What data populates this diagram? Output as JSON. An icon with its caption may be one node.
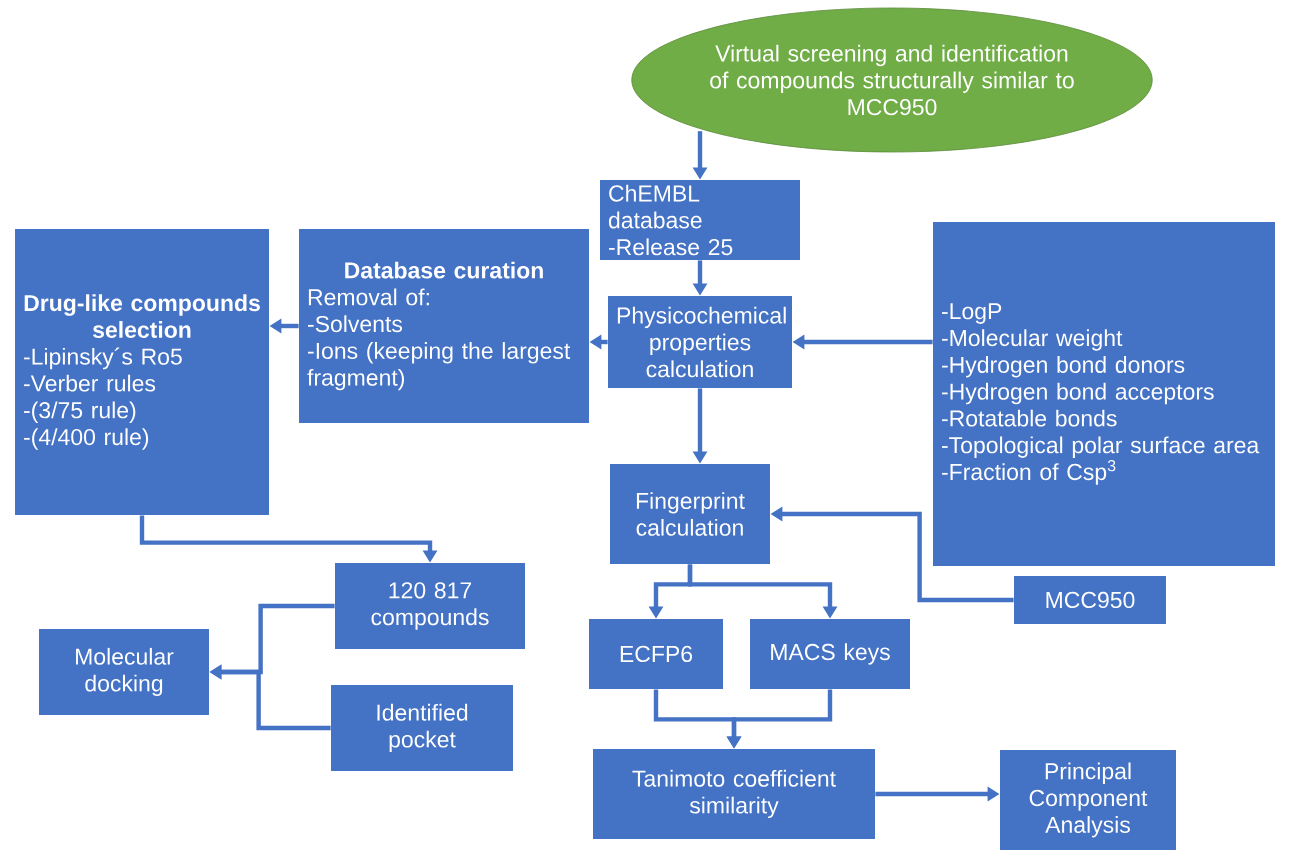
{
  "diagram": {
    "nodes": [
      {
        "text": [
          "Virtual screening and identification of compounds structurally similar to MCC950"
        ]
      },
      {
        "text": [
          "ChEMBL database",
          "-Release 25"
        ]
      },
      {
        "text": [
          "Physicochemical properties calculation"
        ]
      },
      {
        "text": [
          "-LogP",
          "-Molecular weight",
          "-Hydrogen bond donors",
          "-Hydrogen bond acceptors",
          "-Rotatable bonds",
          "-Topological polar surface area",
          "-Fraction of Csp$^{3}$"
        ]
      },
      {
        "text": [
          "Database curation",
          "Removal of:",
          "-Solvents",
          "-Ions (keeping the largest fragment)"
        ]
      },
      {
        "text": [
          "Drug-like compounds selection",
          "-Lipinsky´s Ro5",
          "-Verber rules",
          "-(3/75 rule)",
          "-(4/400 rule)"
        ]
      },
      {
        "text": [
          "Fingerprint calculation"
        ]
      },
      {
        "text": [
          "MCC950"
        ]
      },
      {
        "text": [
          "120 817 compounds"
        ]
      },
      {
        "text": [
          "Molecular docking"
        ]
      },
      {
        "text": [
          "Identified pocket"
        ]
      },
      {
        "text": [
          "ECFP6"
        ]
      },
      {
        "text": [
          "MACS keys"
        ]
      },
      {
        "text": [
          "Tanimoto coefficient similarity"
        ]
      },
      {
        "text": [
          "Principal Component Analysis"
        ]
      }
    ],
    "edges": [
      {
        "from": 0,
        "to": 1,
        "arrow": "to"
      },
      {
        "from": 1,
        "to": 2,
        "arrow": "to"
      },
      {
        "from": 3,
        "to": 2,
        "arrow": "to"
      },
      {
        "from": 2,
        "to": 4,
        "arrow": "to"
      },
      {
        "from": 4,
        "to": 5,
        "arrow": "to"
      },
      {
        "from": 5,
        "to": 8,
        "arrow": "to"
      },
      {
        "from": 2,
        "to": 6,
        "arrow": "to"
      },
      {
        "from": 7,
        "to": 6,
        "arrow": "to"
      },
      {
        "from": 6,
        "to": 11,
        "arrow": "to"
      },
      {
        "from": 6,
        "to": 12,
        "arrow": "to"
      },
      {
        "from": 11,
        "to": 13,
        "arrow": "to"
      },
      {
        "from": 12,
        "to": 13,
        "arrow": "to"
      },
      {
        "from": 13,
        "to": 14,
        "arrow": "to"
      },
      {
        "from": 8,
        "to": 9,
        "arrow": "to"
      },
      {
        "from": 10,
        "to": 9,
        "arrow": "to"
      }
    ]
  }
}
